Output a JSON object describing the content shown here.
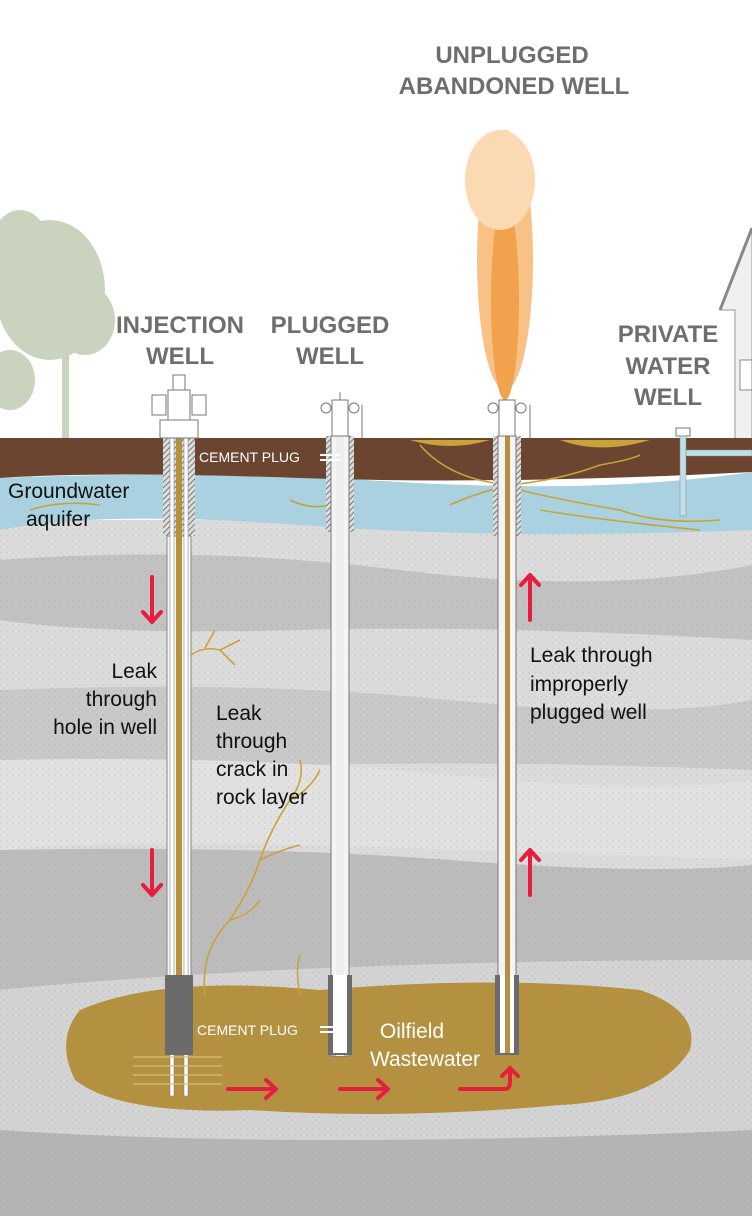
{
  "titles": {
    "injection_well": [
      "INJECTION",
      "WELL"
    ],
    "plugged_well": [
      "PLUGGED",
      "WELL"
    ],
    "unplugged_well": [
      "UNPLUGGED",
      "ABANDONED WELL"
    ],
    "private_water_well": [
      "PRIVATE",
      "WATER",
      "WELL"
    ]
  },
  "labels": {
    "groundwater": [
      "Groundwater",
      "aquifer"
    ],
    "leak_hole": [
      "Leak",
      "through",
      "hole in well"
    ],
    "leak_crack": [
      "Leak",
      "through",
      "crack in",
      "rock layer"
    ],
    "leak_improper": [
      "Leak through",
      "improperly",
      "plugged well"
    ],
    "cement_plug_top": "CEMENT PLUG",
    "cement_plug_bottom": "CEMENT PLUG",
    "wastewater": [
      "Oilfield",
      "Wastewater"
    ]
  },
  "colors": {
    "soil": "#6b4530",
    "aquifer": "#a9d1e0",
    "wastewater": "#b39140",
    "arrow": "#e61e3c",
    "title": "#6e6e6e"
  }
}
